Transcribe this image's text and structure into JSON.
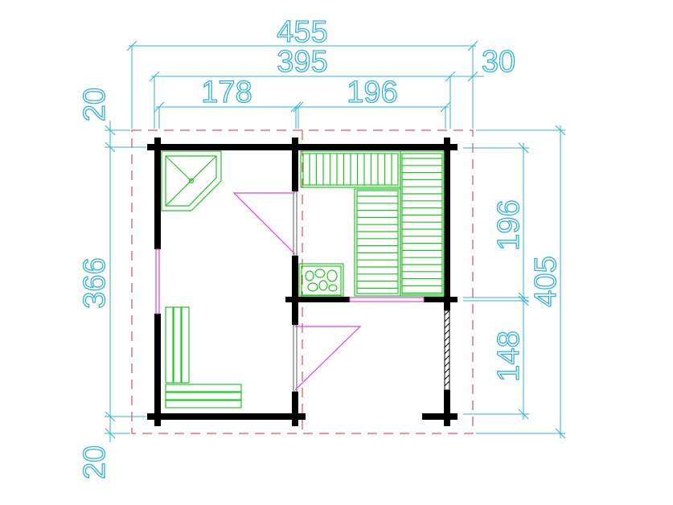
{
  "dimensions": {
    "overall_width": "455",
    "wall_width": "395",
    "left_room_width": "178",
    "right_room_width": "196",
    "right_overhang": "30",
    "top_overhang": "20",
    "wall_depth": "366",
    "bottom_overhang": "20",
    "sauna_depth": "196",
    "porch_depth": "148",
    "overall_depth": "405"
  },
  "colors": {
    "dimension": "#2fb3d9",
    "wall": "#000000",
    "furniture": "#22c422",
    "door": "#e040e0",
    "roof_outline": "#d03030"
  }
}
